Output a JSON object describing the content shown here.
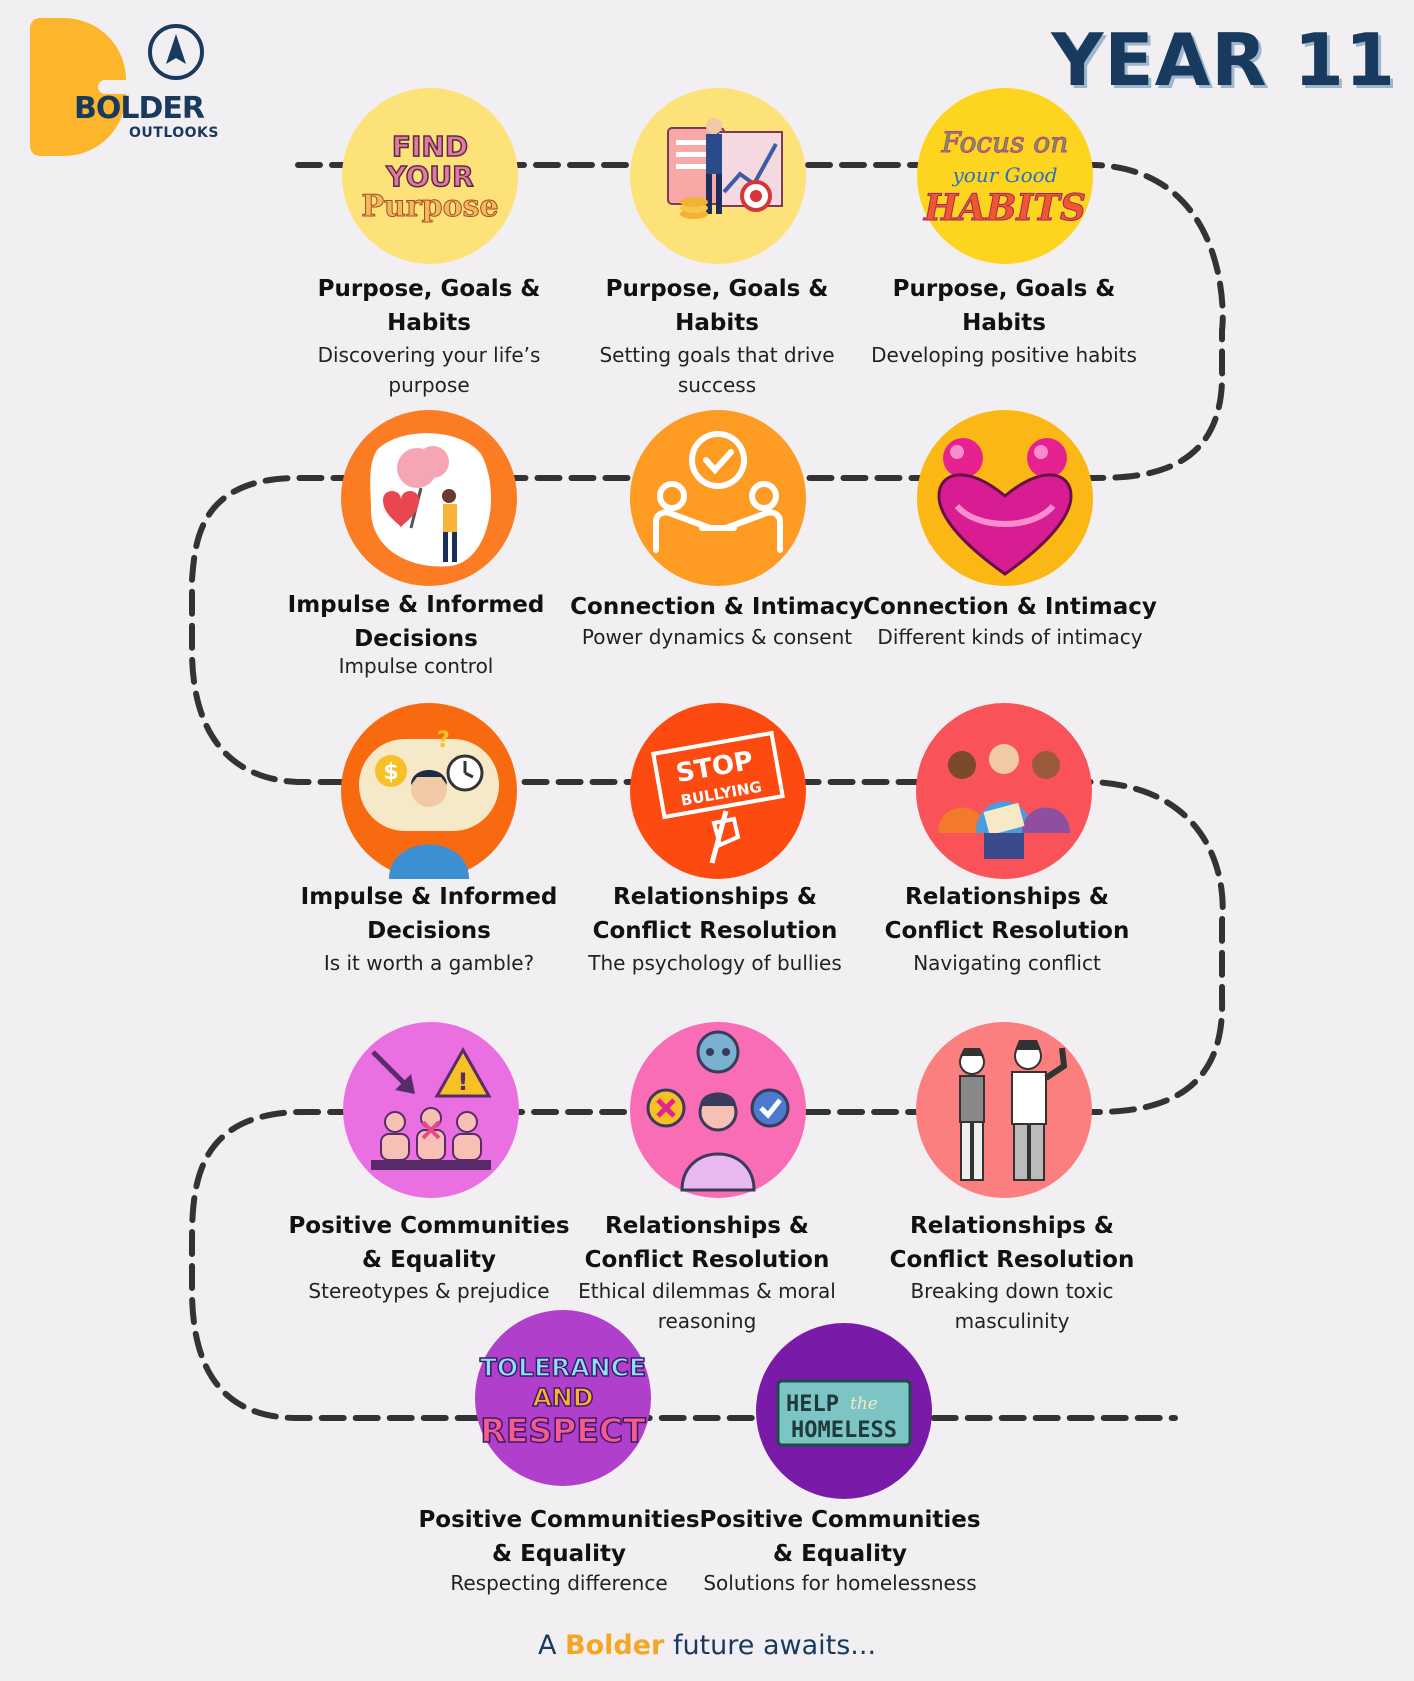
{
  "brand": {
    "logo_word": "BOLDER",
    "logo_sub": "OUTLOOKS",
    "colors": {
      "navy": "#173a5e",
      "gold": "#fdb52b"
    }
  },
  "header": {
    "year": "YEAR 11"
  },
  "steps": [
    {
      "title": "Purpose, Goals & Habits",
      "desc": "Discovering your life’s purpose",
      "color": "#fde27a",
      "art": "FIND YOUR Purpose"
    },
    {
      "title": "Purpose, Goals & Habits",
      "desc": "Setting goals that drive success",
      "color": "#fde27a",
      "icon": "goal-target-icon"
    },
    {
      "title": "Purpose, Goals & Habits",
      "desc": "Developing positive habits",
      "color": "#fdd51f",
      "art": "FOCUS ON your Good HABITS"
    },
    {
      "title": "Connection & Intimacy",
      "desc": "Different kinds of intimacy",
      "color": "#fbb714",
      "icon": "heart-hug-icon"
    },
    {
      "title": "Connection & Intimacy",
      "desc": "Power dynamics & consent",
      "color": "#fd9b22",
      "icon": "handshake-check-icon"
    },
    {
      "title": "Impulse & Informed Decisions",
      "desc": "Impulse control",
      "color": "#fb7c22",
      "icon": "brain-heart-balance-icon"
    },
    {
      "title": "Impulse & Informed Decisions",
      "desc": "Is it worth a gamble?",
      "color": "#f76a0f",
      "icon": "thinking-money-clock-icon"
    },
    {
      "title": "Relationships & Conflict Resolution",
      "desc": "The psychology of bullies",
      "color": "#fd4a10",
      "art": "STOP BULLYING"
    },
    {
      "title": "Relationships & Conflict Resolution",
      "desc": "Navigating conflict",
      "color": "#f95258",
      "icon": "group-argument-icon"
    },
    {
      "title": "Relationships & Conflict Resolution",
      "desc": "Breaking down toxic masculinity",
      "color": "#fc7f80",
      "icon": "two-men-icon"
    },
    {
      "title": "Relationships & Conflict Resolution",
      "desc": "Ethical dilemmas & moral reasoning",
      "color": "#f96cb6",
      "icon": "choice-person-icon"
    },
    {
      "title": "Positive Communities & Equality",
      "desc": "Stereotypes & prejudice",
      "color": "#ea6fe0",
      "icon": "stereotype-people-icon"
    },
    {
      "title": "Positive Communities & Equality",
      "desc": "Respecting difference",
      "color": "#b03fcc",
      "art": "TOLERANCE AND RESPECT"
    },
    {
      "title": "Positive Communities & Equality",
      "desc": "Solutions for homelessness",
      "color": "#7a1aa9",
      "art": "HELP the HOMELESS"
    }
  ],
  "footer": {
    "pre": "A ",
    "highlight": "Bolder",
    "post": " future awaits..."
  }
}
